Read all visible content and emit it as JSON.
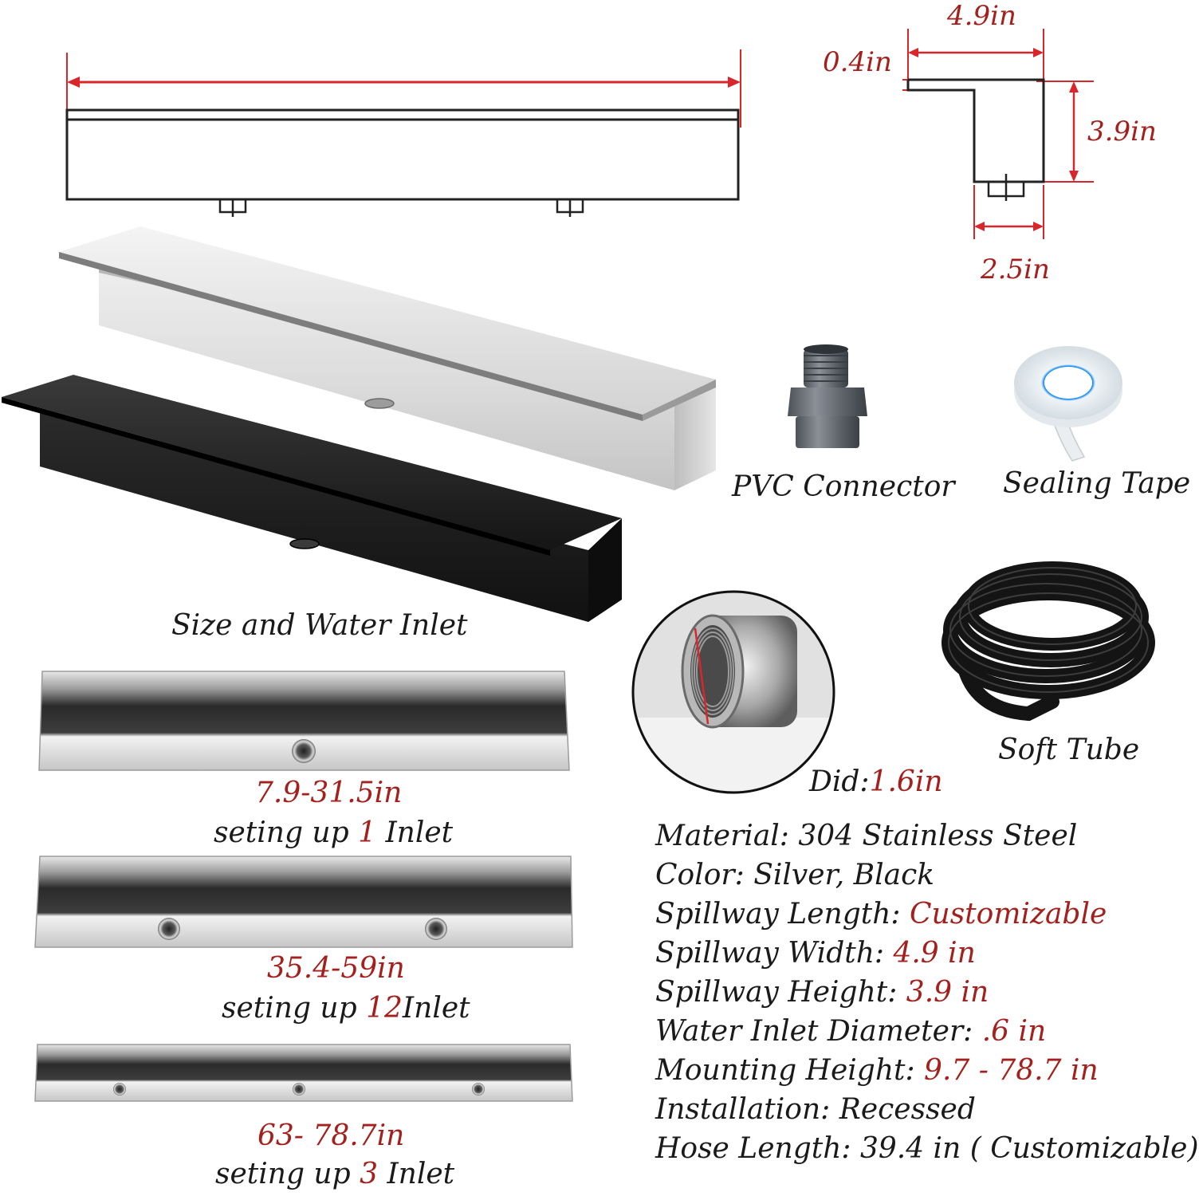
{
  "dimensions": {
    "top_width": "4.9in",
    "lip_thickness": "0.4in",
    "height": "3.9in",
    "bottom_width": "2.5in"
  },
  "accessories": {
    "pvc_connector": "PVC Connector",
    "sealing_tape": "Sealing Tape",
    "soft_tube": "Soft Tube"
  },
  "main_caption": "Size and Water Inlet",
  "inlet_detail": {
    "label": "Did:",
    "value": "1.6in"
  },
  "inlet_configs": [
    {
      "length": "7.9-31.5in",
      "prefix": "seting up ",
      "count": "1",
      "suffix": " Inlet"
    },
    {
      "length": "35.4-59in",
      "prefix": "seting up ",
      "count": "12",
      "suffix": "Inlet"
    },
    {
      "length": "63- 78.7in",
      "prefix": "seting up ",
      "count": "3",
      "suffix": " Inlet"
    }
  ],
  "specs": [
    {
      "label": "Material:",
      "value": " 304 Stainless Steel",
      "highlight": false
    },
    {
      "label": "Color:",
      "value": " Silver, Black",
      "highlight": false
    },
    {
      "label": "Spillway Length:",
      "value": " Customizable",
      "highlight": true
    },
    {
      "label": "Spillway Width:",
      "value": " 4.9 in",
      "highlight": true
    },
    {
      "label": "Spillway Height:",
      "value": " 3.9 in",
      "highlight": true
    },
    {
      "label": "Water Inlet Diameter:",
      "value": " .6 in",
      "highlight": true
    },
    {
      "label": "Mounting Height:",
      "value": " 9.7 - 78.7 in",
      "highlight": true
    },
    {
      "label": "Installation:",
      "value": " Recessed",
      "highlight": false
    },
    {
      "label": "Hose Length:",
      "value": " 39.4 in ( Customizable)",
      "highlight": false
    }
  ],
  "colors": {
    "accent_red": "#a3201c",
    "dimension_line_red": "#d9262b",
    "silver": "#c9c9c9",
    "black_finish": "#1b1b1b"
  }
}
